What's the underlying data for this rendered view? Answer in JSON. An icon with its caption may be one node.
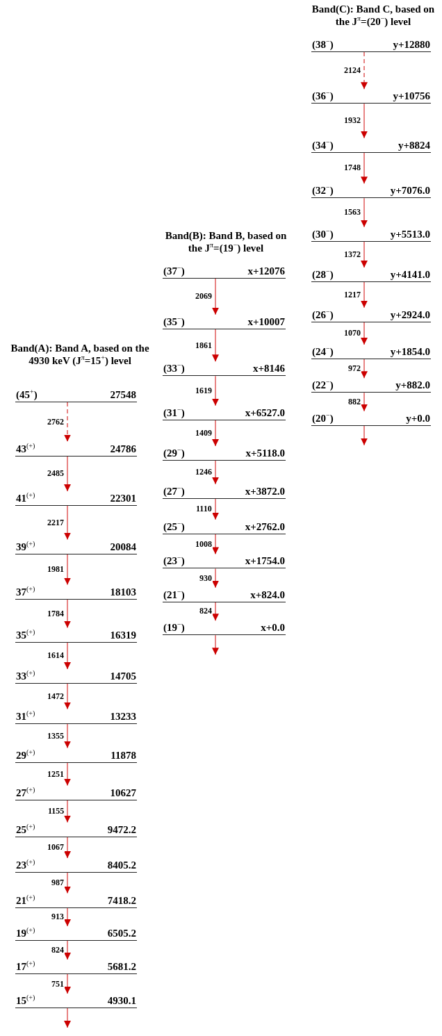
{
  "diagram": {
    "nodes": [
      {
        "text": [
          "Band(A): Band A, based on the 4930 keV (J$^{π}$=15$^{+}$) level"
        ]
      },
      {
        "text": [
          "(45$^{+}$)",
          "27548"
        ],
        "in": 0
      },
      {
        "text": [
          "43$^{(+)}$",
          "24786"
        ],
        "in": 0
      },
      {
        "text": [
          "41$^{(+)}$",
          "22301"
        ],
        "in": 0
      },
      {
        "text": [
          "39$^{(+)}$",
          "20084"
        ],
        "in": 0
      },
      {
        "text": [
          "37$^{(+)}$",
          "18103"
        ],
        "in": 0
      },
      {
        "text": [
          "35$^{(+)}$",
          "16319"
        ],
        "in": 0
      },
      {
        "text": [
          "33$^{(+)}$",
          "14705"
        ],
        "in": 0
      },
      {
        "text": [
          "31$^{(+)}$",
          "13233"
        ],
        "in": 0
      },
      {
        "text": [
          "29$^{(+)}$",
          "11878"
        ],
        "in": 0
      },
      {
        "text": [
          "27$^{(+)}$",
          "10627"
        ],
        "in": 0
      },
      {
        "text": [
          "25$^{(+)}$",
          "9472.2"
        ],
        "in": 0
      },
      {
        "text": [
          "23$^{(+)}$",
          "8405.2"
        ],
        "in": 0
      },
      {
        "text": [
          "21$^{(+)}$",
          "7418.2"
        ],
        "in": 0
      },
      {
        "text": [
          "19$^{(+)}$",
          "6505.2"
        ],
        "in": 0
      },
      {
        "text": [
          "17$^{(+)}$",
          "5681.2"
        ],
        "in": 0
      },
      {
        "text": [
          "15$^{(+)}$",
          "4930.1"
        ],
        "in": 0
      },
      {
        "text": [
          "Band(B): Band B, based on the J$^{π}$=(19$^{−}$) level"
        ]
      },
      {
        "text": [
          "(37$^{−}$)",
          "x+12076"
        ],
        "in": 17
      },
      {
        "text": [
          "(35$^{−}$)",
          "x+10007"
        ],
        "in": 17
      },
      {
        "text": [
          "(33$^{−}$)",
          "x+8146"
        ],
        "in": 17
      },
      {
        "text": [
          "(31$^{−}$)",
          "x+6527.0"
        ],
        "in": 17
      },
      {
        "text": [
          "(29$^{−}$)",
          "x+5118.0"
        ],
        "in": 17
      },
      {
        "text": [
          "(27$^{−}$)",
          "x+3872.0"
        ],
        "in": 17
      },
      {
        "text": [
          "(25$^{−}$)",
          "x+2762.0"
        ],
        "in": 17
      },
      {
        "text": [
          "(23$^{−}$)",
          "x+1754.0"
        ],
        "in": 17
      },
      {
        "text": [
          "(21$^{−}$)",
          "x+824.0"
        ],
        "in": 17
      },
      {
        "text": [
          "(19$^{−}$)",
          "x+0.0"
        ],
        "in": 17
      },
      {
        "text": [
          "Band(C): Band C, based on the J$^{π}$=(20$^{−}$) level"
        ]
      },
      {
        "text": [
          "(38$^{−}$)",
          "y+12880"
        ],
        "in": 28
      },
      {
        "text": [
          "(36$^{−}$)",
          "y+10756"
        ],
        "in": 28
      },
      {
        "text": [
          "(34$^{−}$)",
          "y+8824"
        ],
        "in": 28
      },
      {
        "text": [
          "(32$^{−}$)",
          "y+7076.0"
        ],
        "in": 28
      },
      {
        "text": [
          "(30$^{−}$)",
          "y+5513.0"
        ],
        "in": 28
      },
      {
        "text": [
          "(28$^{−}$)",
          "y+4141.0"
        ],
        "in": 28
      },
      {
        "text": [
          "(26$^{−}$)",
          "y+2924.0"
        ],
        "in": 28
      },
      {
        "text": [
          "(24$^{−}$)",
          "y+1854.0"
        ],
        "in": 28
      },
      {
        "text": [
          "(22$^{−}$)",
          "y+882.0"
        ],
        "in": 28
      },
      {
        "text": [
          "(20$^{−}$)",
          "y+0.0"
        ],
        "in": 28
      }
    ],
    "edges": [
      {
        "from": 1,
        "to": 2,
        "arrow": "to",
        "label": "2762",
        "style": "dashed"
      },
      {
        "from": 2,
        "to": 3,
        "arrow": "to",
        "label": "2485"
      },
      {
        "from": 3,
        "to": 4,
        "arrow": "to",
        "label": "2217"
      },
      {
        "from": 4,
        "to": 5,
        "arrow": "to",
        "label": "1981"
      },
      {
        "from": 5,
        "to": 6,
        "arrow": "to",
        "label": "1784"
      },
      {
        "from": 6,
        "to": 7,
        "arrow": "to",
        "label": "1614"
      },
      {
        "from": 7,
        "to": 8,
        "arrow": "to",
        "label": "1472"
      },
      {
        "from": 8,
        "to": 9,
        "arrow": "to",
        "label": "1355"
      },
      {
        "from": 9,
        "to": 10,
        "arrow": "to",
        "label": "1251"
      },
      {
        "from": 10,
        "to": 11,
        "arrow": "to",
        "label": "1155"
      },
      {
        "from": 11,
        "to": 12,
        "arrow": "to",
        "label": "1067"
      },
      {
        "from": 12,
        "to": 13,
        "arrow": "to",
        "label": "987"
      },
      {
        "from": 13,
        "to": 14,
        "arrow": "to",
        "label": "913"
      },
      {
        "from": 14,
        "to": 15,
        "arrow": "to",
        "label": "824"
      },
      {
        "from": 15,
        "to": 16,
        "arrow": "to",
        "label": "751"
      },
      {
        "from": 16,
        "to": null,
        "arrow": "to"
      },
      {
        "from": 18,
        "to": 19,
        "arrow": "to",
        "label": "2069"
      },
      {
        "from": 19,
        "to": 20,
        "arrow": "to",
        "label": "1861"
      },
      {
        "from": 20,
        "to": 21,
        "arrow": "to",
        "label": "1619"
      },
      {
        "from": 21,
        "to": 22,
        "arrow": "to",
        "label": "1409"
      },
      {
        "from": 22,
        "to": 23,
        "arrow": "to",
        "label": "1246"
      },
      {
        "from": 23,
        "to": 24,
        "arrow": "to",
        "label": "1110"
      },
      {
        "from": 24,
        "to": 25,
        "arrow": "to",
        "label": "1008"
      },
      {
        "from": 25,
        "to": 26,
        "arrow": "to",
        "label": "930"
      },
      {
        "from": 26,
        "to": 27,
        "arrow": "to",
        "label": "824"
      },
      {
        "from": 27,
        "to": null,
        "arrow": "to"
      },
      {
        "from": 29,
        "to": 30,
        "arrow": "to",
        "label": "2124",
        "style": "dashed"
      },
      {
        "from": 30,
        "to": 31,
        "arrow": "to",
        "label": "1932"
      },
      {
        "from": 31,
        "to": 32,
        "arrow": "to",
        "label": "1748"
      },
      {
        "from": 32,
        "to": 33,
        "arrow": "to",
        "label": "1563"
      },
      {
        "from": 33,
        "to": 34,
        "arrow": "to",
        "label": "1372"
      },
      {
        "from": 34,
        "to": 35,
        "arrow": "to",
        "label": "1217"
      },
      {
        "from": 35,
        "to": 36,
        "arrow": "to",
        "label": "1070"
      },
      {
        "from": 36,
        "to": 37,
        "arrow": "to",
        "label": "972"
      },
      {
        "from": 37,
        "to": 38,
        "arrow": "to",
        "label": "882"
      },
      {
        "from": 38,
        "to": null,
        "arrow": "to"
      }
    ]
  }
}
